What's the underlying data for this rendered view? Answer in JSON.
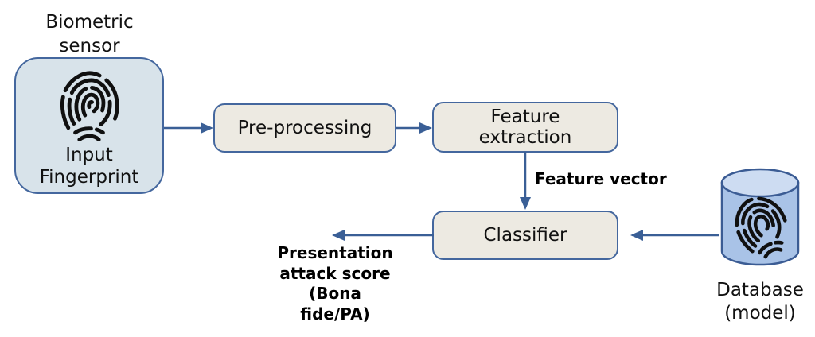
{
  "diagram": {
    "nodes": {
      "sensor": {
        "title": "Biometric sensor",
        "label": "Input Fingerprint",
        "icon": "fingerprint-icon"
      },
      "preprocessing": {
        "label": "Pre-processing"
      },
      "feature_extraction": {
        "label": "Feature extraction"
      },
      "classifier": {
        "label": "Classifier"
      },
      "database": {
        "label": "Database",
        "sublabel": "(model)",
        "icon": "fingerprint-icon"
      }
    },
    "annotations": {
      "feature_vector": "Feature vector",
      "output": {
        "lines": [
          "Presentation",
          "attack score",
          "(Bona fide/PA)"
        ]
      }
    },
    "colors": {
      "node_border": "#44679e",
      "arrow": "#3a5f96",
      "sensor_fill": "#d8e3ea",
      "process_fill": "#edeae2",
      "database_body_fill": "#a9c3e7",
      "database_top_fill": "#cddcf2",
      "fingerprint": "#101010",
      "text": "#111111",
      "background": "#ffffff"
    }
  }
}
